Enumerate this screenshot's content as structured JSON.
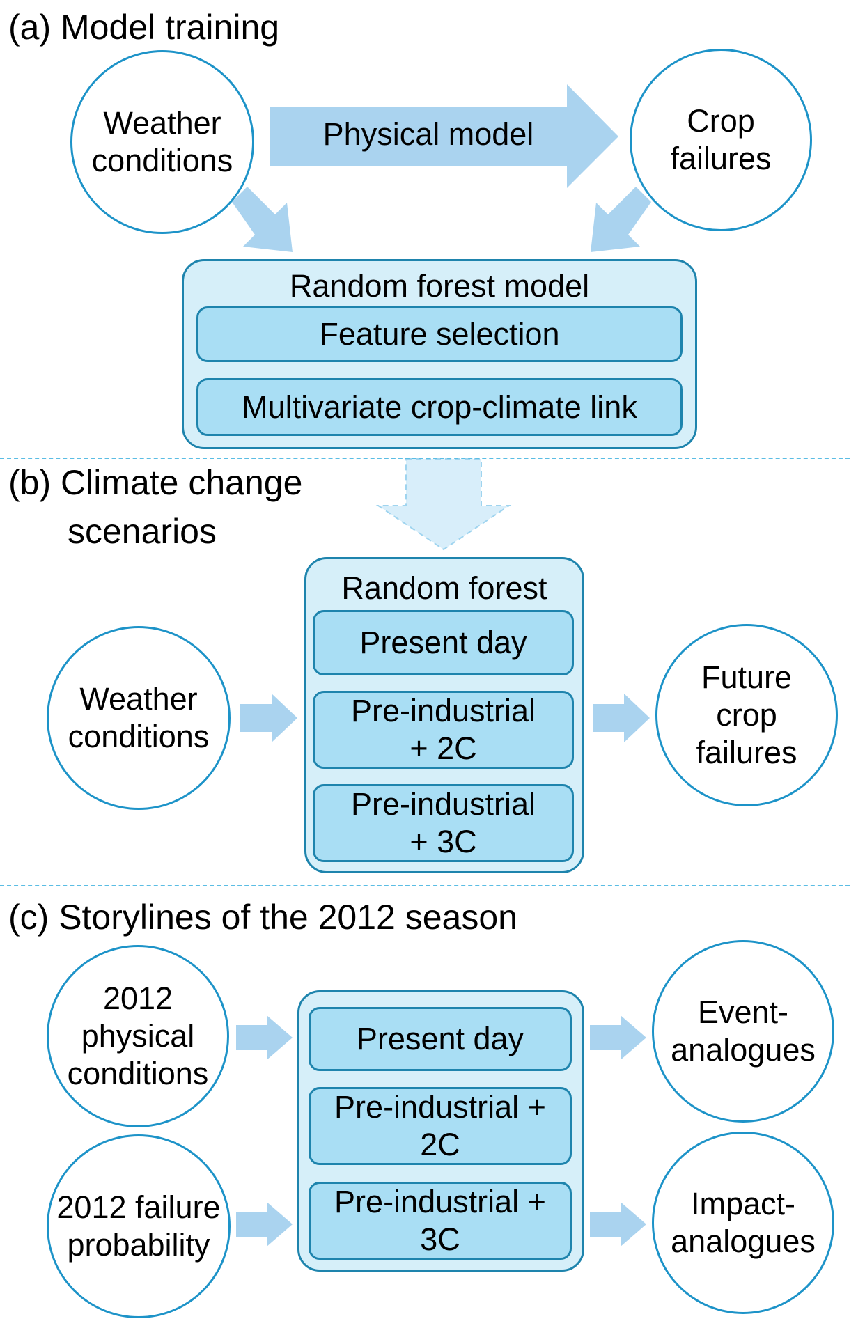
{
  "panel_a": {
    "title": "(a) Model training",
    "weather": "Weather conditions",
    "physical_model": "Physical model",
    "crop": "Crop failures",
    "rf_title": "Random forest model",
    "feature_selection": "Feature selection",
    "link": "Multivariate crop-climate link"
  },
  "panel_b": {
    "title_line1": "(b) Climate change",
    "title_line2": "scenarios",
    "weather": "Weather conditions",
    "rf_title": "Random forest",
    "present": "Present day",
    "pi2": "Pre-industrial + 2C",
    "pi3": "Pre-industrial + 3C",
    "future": "Future crop failures"
  },
  "panel_c": {
    "title": "(c) Storylines of the 2012 season",
    "physical": "2012 physical conditions",
    "failure": "2012 failure probability",
    "present": "Present day",
    "pi2": "Pre-industrial + 2C",
    "pi3": "Pre-industrial + 3C",
    "event": "Event-analogues",
    "impact": "Impact-analogues"
  },
  "colors": {
    "circle_stroke": "#1d93c8",
    "box_fill": "#d6eff9",
    "inner_fill": "#a9def4",
    "arrow": "#a9d4f0"
  }
}
